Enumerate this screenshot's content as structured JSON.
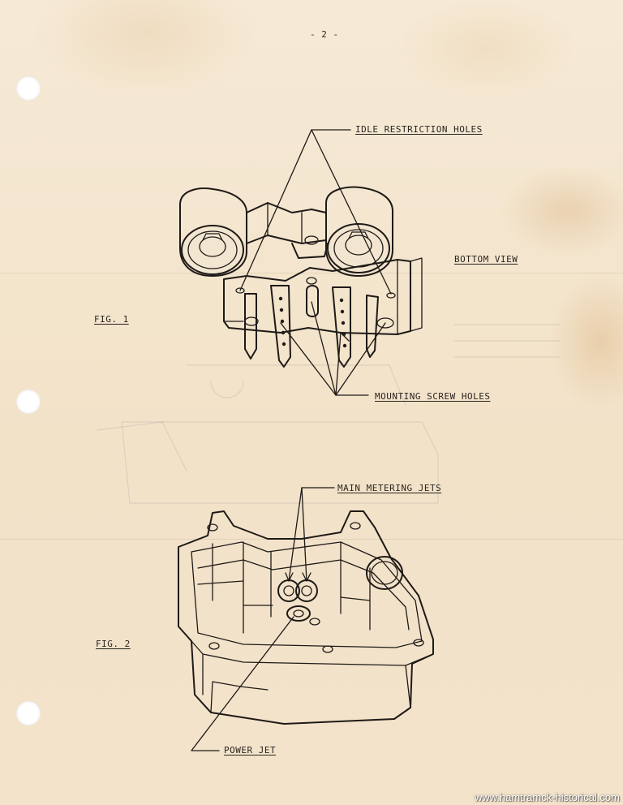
{
  "page_number": "- 2 -",
  "figures": {
    "fig1": {
      "label": "FIG. 1",
      "view_label": "BOTTOM VIEW",
      "callouts": {
        "idle": "IDLE RESTRICTION HOLES",
        "mounting": "MOUNTING SCREW HOLES"
      }
    },
    "fig2": {
      "label": "FIG. 2",
      "callouts": {
        "main_jets": "MAIN METERING JETS",
        "power_jet": "POWER JET"
      }
    }
  },
  "watermark": "www.hamtramck-historical.com"
}
